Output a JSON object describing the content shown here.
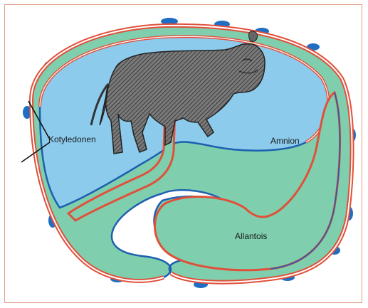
{
  "labels": {
    "kotyledonen": "Kotyledonen",
    "amnion": "Amnion",
    "allantois": "Allantois"
  },
  "colors": {
    "frame": "#e39a86",
    "amnion_fluid": "#8ccbec",
    "allantois_fluid": "#7fcfae",
    "membrane_red": "#e0503a",
    "membrane_blue": "#1d5fb0",
    "cotyledon": "#1f6ec4",
    "fetus": "#6a6a6a"
  }
}
